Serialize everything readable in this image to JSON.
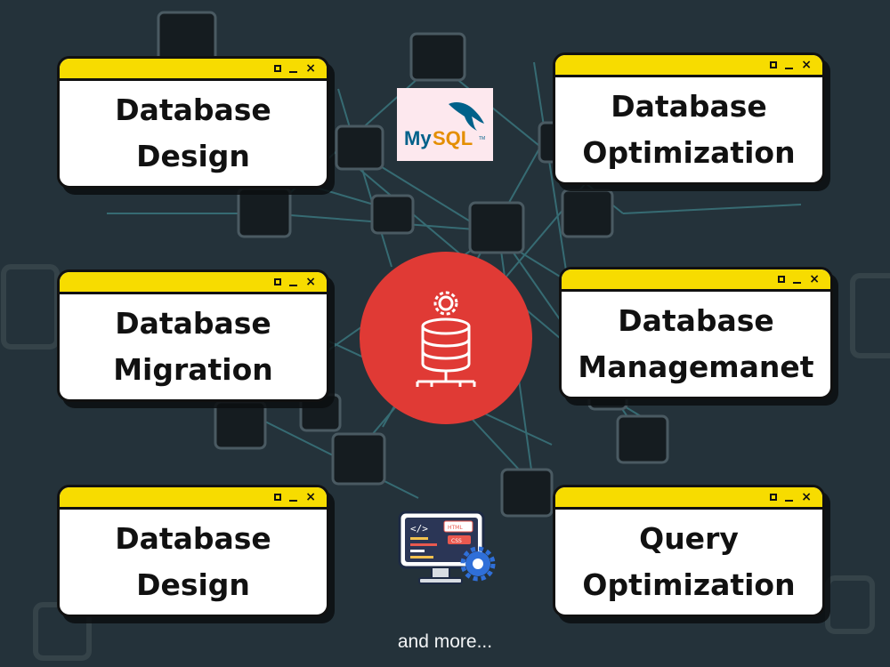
{
  "cards": [
    {
      "lines": [
        "Database",
        "Design"
      ]
    },
    {
      "lines": [
        "Database",
        "Optimization"
      ]
    },
    {
      "lines": [
        "Database",
        "Migration"
      ]
    },
    {
      "lines": [
        "Database",
        "Managemanet"
      ]
    },
    {
      "lines": [
        "Database",
        "Design"
      ]
    },
    {
      "lines": [
        "Query",
        "Optimization"
      ]
    }
  ],
  "logo": {
    "text_my": "My",
    "text_sql": "SQL",
    "tm": "TM"
  },
  "code_icon": {
    "code_tag": "</>",
    "badge_html": "HTML",
    "badge_css": "CSS"
  },
  "hub_icon": "database-gear-network-icon",
  "footer": {
    "text": "and more..."
  },
  "colors": {
    "background": "#24323a",
    "title_bar": "#f7dc00",
    "hub": "#e03a35",
    "card_body": "#ffffff",
    "logo_blue": "#00618a",
    "logo_orange": "#e48e00"
  }
}
